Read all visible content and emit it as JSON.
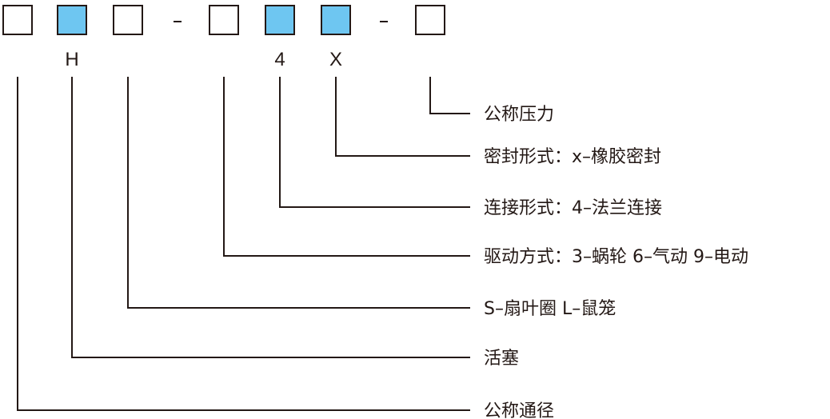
{
  "colors": {
    "stroke": "#231815",
    "box_filled": "#6ec6f1",
    "box_empty": "#ffffff",
    "text": "#231815"
  },
  "code_boxes": [
    {
      "filled": false,
      "letter": ""
    },
    {
      "filled": true,
      "letter": "H"
    },
    {
      "filled": false,
      "letter": ""
    },
    {
      "filled": false,
      "letter": ""
    },
    {
      "filled": true,
      "letter": "4"
    },
    {
      "filled": true,
      "letter": "X"
    },
    {
      "filled": false,
      "letter": ""
    }
  ],
  "separators": [
    "-",
    "-"
  ],
  "descriptions": [
    {
      "box": 6,
      "text": "公称压力"
    },
    {
      "box": 5,
      "text": "密封形式：x–橡胶密封"
    },
    {
      "box": 4,
      "text": "连接形式：4–法兰连接"
    },
    {
      "box": 3,
      "text": "驱动方式：3–蜗轮 6–气动 9–电动"
    },
    {
      "box": 2,
      "text": "S–扇叶圈 L–鼠笼"
    },
    {
      "box": 1,
      "text": "活塞"
    },
    {
      "box": 0,
      "text": "公称通径"
    }
  ]
}
